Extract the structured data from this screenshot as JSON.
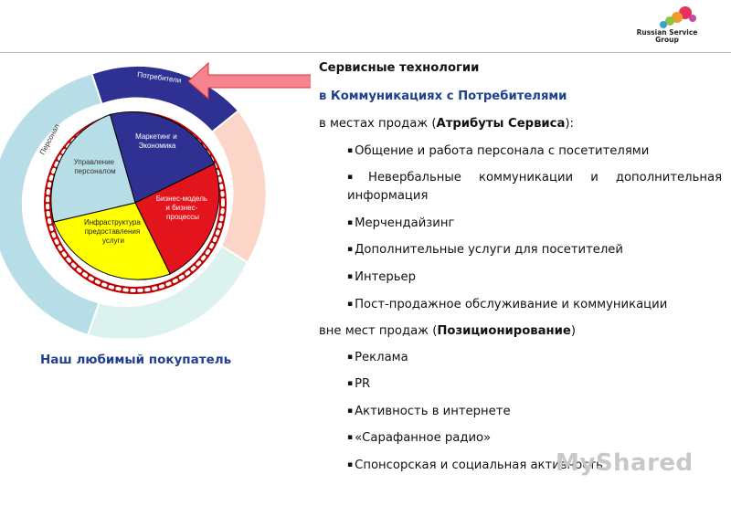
{
  "logo": {
    "line1": "Russian Service",
    "line2": "Group",
    "dot_colors": [
      "#e8305c",
      "#f29a2a",
      "#8fc23f",
      "#3aa0d8",
      "#c24aa0"
    ]
  },
  "diagram": {
    "outer": {
      "top": "Потребители",
      "left": "Персонал"
    },
    "inner": {
      "marketing": [
        "Маркетинг и",
        "Экономика"
      ],
      "management": [
        "Управление",
        "персоналом"
      ],
      "business": [
        "Бизнес-модель",
        "и бизнес-",
        "процессы"
      ],
      "infra": [
        "Инфраструктура",
        "предоставления",
        "услуги"
      ]
    },
    "colors": {
      "marketing": "#2e3192",
      "management": "#b7dde6",
      "business": "#e3141c",
      "infra": "#ffff00",
      "outer_blue": "#2e3192",
      "outer_teal": "#b7dde6",
      "ring": "#c00000",
      "arrow": "#f4858e"
    }
  },
  "caption": "Наш любимый покупатель",
  "content": {
    "title": "Сервисные технологии",
    "subtitle": "в Коммуникациях с Потребителями",
    "in_places_pre": "в местах продаж (",
    "in_places_bold": "Атрибуты Сервиса",
    "in_places_post": "):",
    "bullets_in": [
      "Общение и работа персонала с посетителями",
      "Невербальные коммуникации и дополнительная",
      "информация",
      "Мерчендайзинг",
      "Дополнительные услуги для посетителей",
      "Интерьер",
      "Пост-продажное обслуживание и коммуникации"
    ],
    "out_places_pre": "вне мест продаж (",
    "out_places_bold": "Позиционирование",
    "out_places_post": ")",
    "bullets_out": [
      "Реклама",
      "PR",
      "Активность в интернете",
      "«Сарафанное радио»",
      "Спонсорская и социальная активность"
    ]
  },
  "watermark": "MyShared"
}
